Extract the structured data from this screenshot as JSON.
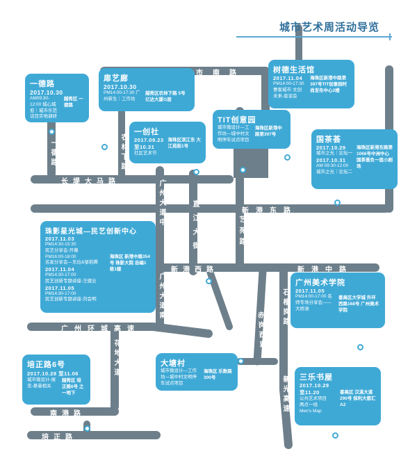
{
  "title": "城市艺术周活动导览",
  "colors": {
    "road": "#6d7f8a",
    "venue": "#3fa9d6",
    "title": "#2f6f9b"
  },
  "roads": {
    "huanshi_south": "环市南路",
    "yide": "一德路",
    "changdi": "长堤大马路",
    "nonglin": "农林下路",
    "guangzhou_dadao_north": "广州大道中",
    "zhijiang": "直江大街",
    "yiyuan": "艺苑路",
    "xingang_east": "新港东路",
    "xingang_west": "新港西路",
    "xingang_middle": "新港中路",
    "guangzhou_dadao_south": "广州大道南",
    "chigang": "赤岗西路",
    "shigang": "石榴岗路",
    "huancheng": "广州环城高速",
    "huadi": "花地大道",
    "xinguang": "新光高速",
    "nangang": "南港路",
    "peizheng": "培正路"
  },
  "venues": {
    "yide": {
      "name": "一德路",
      "date": "2017.10.30",
      "event": "AM09:30-12:00 城心城愈｜城市乐范话目实地调研",
      "loc": "越秀区 一德路"
    },
    "feiyi": {
      "name": "扉艺廊",
      "date": "2017.10.30",
      "event": "PM14:00-17:30 广州新生｜工作坊",
      "loc": "越秀区农林下路 5号亿达大厦G层"
    },
    "yichuang": {
      "name": "一创社",
      "date": "2017.09.23 至10.31",
      "event": "社区艺术节",
      "loc": "海珠区滨江东 大江苑街1号"
    },
    "tit": {
      "name": "TIT创意园",
      "event": "城市微设计—工作坊—城中村文明停车试点项目",
      "loc": "海珠区新港中路第397号"
    },
    "shude": {
      "name": "树德生活馆",
      "date": "2017.11.04",
      "event": "PM14:00-17:30 曹客城市·文创未来-座谈会",
      "loc": "海珠区新港中路第397号TIT创意园时尚发布中心2楼"
    },
    "guochahui": {
      "name": "国茶荟",
      "date1": "2017.10.29",
      "event1": "城市之光｜论坛一",
      "date2": "2017.10.31",
      "event2": "AM 09:30-12:00 城市之光｜论坛二",
      "loc": "海珠区新港东路第1066号中洲中心国茶荟负一层小剧场"
    },
    "zhuying": {
      "name": "珠影星光城—民艺创新中心",
      "d1": "2017.11.03",
      "e1a": "PM14:30-15:30",
      "e1b": "民艺分享会-开幕",
      "e1c": "PM16:00-18:00",
      "e1d": "名家分享会—东拉&邹若腾",
      "d2": "2017.11.04",
      "e2a": "PM14:30-17:00",
      "e2b": "民艺创新专题讲座-王健业",
      "d3": "2017.11.05",
      "e3a": "PM14:30-17:00",
      "e3b": "民艺创新专题讲座-刘会明",
      "loc": "海珠区 新港中路354号 珠影大院 自编1栋1楼"
    },
    "meiyuan": {
      "name": "广州美术学院",
      "date": "2017.11.05",
      "event": "PM14:00-17:00 名师专场分享会——大桥涵",
      "loc": "番禺区大学城 外环西路168号 广州美术学院"
    },
    "datang": {
      "name": "大塘村",
      "event": "城市微设计—工作坊—城中村文明停车试点项目",
      "loc": "海珠区 乐数路300号"
    },
    "peizheng": {
      "name": "培正路6号",
      "date": "2017.10.28 至11.06",
      "event": "城市微设计-展览-悬巷相关",
      "loc": "越秀区 培正路6号 之一地下"
    },
    "sanle": {
      "name": "三乐书屋",
      "date": "2017.10.29 至11.20",
      "event1": "公共艺术项目",
      "event2": "两点一线",
      "event3": "Men's Map",
      "loc": "番禺区 汉溪大道290号 保利大都汇A2"
    }
  }
}
